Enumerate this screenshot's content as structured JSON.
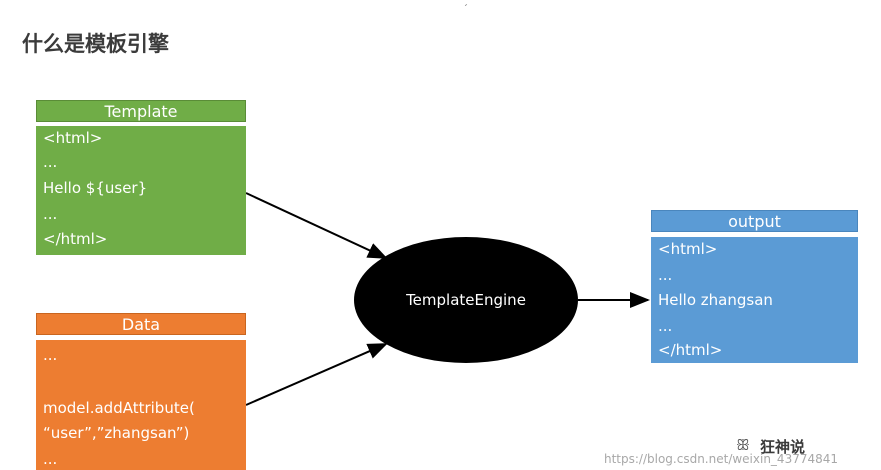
{
  "page": {
    "title": "什么是模板引擎"
  },
  "template_box": {
    "header": "Template",
    "lines": [
      "<html>",
      "...",
      "Hello ${user}",
      "...",
      "</html>"
    ]
  },
  "data_box": {
    "header": "Data",
    "lines": [
      "...",
      "model.addAttribute(",
      "“user”,”zhangsan”)",
      "..."
    ]
  },
  "engine": {
    "label": "TemplateEngine"
  },
  "output_box": {
    "header": "output",
    "lines": [
      "<html>",
      "...",
      "Hello zhangsan",
      "...",
      "</html>"
    ]
  },
  "watermark": {
    "logo": "狂神说",
    "url": "https://blog.csdn.net/weixin_43774841"
  },
  "colors": {
    "template": "#70ad47",
    "data": "#ed7d31",
    "output": "#5b9bd5",
    "engine": "#000000"
  }
}
